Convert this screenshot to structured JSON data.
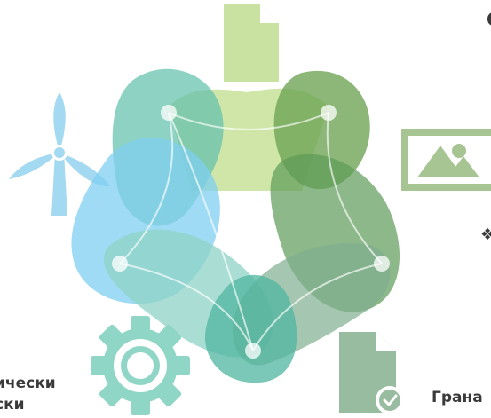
{
  "labels": {
    "bottom_left_line1": "ически",
    "bottom_left_line2": "ски",
    "bottom_right": "Грана",
    "top_right_fragment": "С",
    "mid_right_fragment": "❖"
  },
  "colors": {
    "teal": "#62c0ad",
    "teal_light": "#8ed3c5",
    "blue": "#7fcff0",
    "lime": "#c8e29a",
    "green": "#6ba353",
    "green_mid": "#8fb27c",
    "icon_blue": "#a3d9f1",
    "icon_lime": "#c9e2a1",
    "icon_gray_green": "#98bc9f",
    "icon_teal": "#8fd6c6",
    "image_icon": "#a7c493"
  },
  "icons": [
    "document-icon",
    "wind-turbine-icon",
    "image-icon",
    "gear-icon",
    "document-check-icon"
  ]
}
